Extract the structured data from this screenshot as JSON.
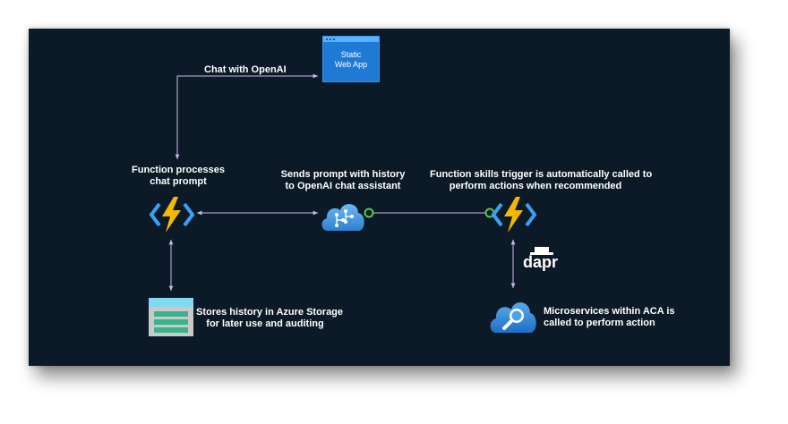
{
  "nodes": {
    "static_web_app": {
      "line1": "Static",
      "line2": "Web App"
    },
    "function_left": {
      "line1": "Function processes",
      "line2": "chat prompt"
    },
    "openai": {
      "line1": "Sends prompt with history",
      "line2": "to OpenAI chat assistant"
    },
    "function_right": {
      "line1": "Function skills trigger is automatically called to",
      "line2": "perform actions when recommended"
    },
    "dapr": {
      "label": "dapr"
    },
    "storage": {
      "line1": "Stores history in Azure Storage",
      "line2": "for later use and auditing"
    },
    "microservices": {
      "line1": "Microservices within ACA is",
      "line2": "called to perform action"
    }
  },
  "edges": {
    "chat_with_openai": "Chat with OpenAI"
  },
  "colors": {
    "background": "#0b1a26",
    "connector": "#c9b9e8",
    "function_bolt": "#f5b800",
    "function_bracket": "#3aa0f2",
    "endpoint_ring": "#57c84d"
  }
}
